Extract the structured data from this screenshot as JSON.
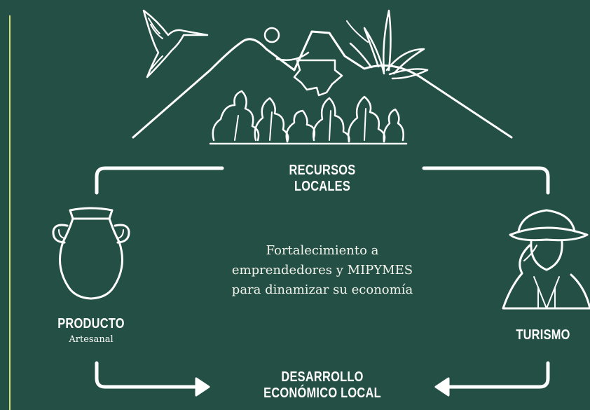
{
  "colors": {
    "background": "#234f45",
    "accent_line": "#d8e07a",
    "stroke": "#ffffff"
  },
  "nodes": {
    "top": {
      "title": "RECURSOS LOCALES"
    },
    "left": {
      "title": "PRODUCTO",
      "subtitle": "Artesanal"
    },
    "right": {
      "title": "TURISMO"
    },
    "bottom": {
      "title_line1": "DESARROLLO",
      "title_line2": "ECONÓMICO LOCAL"
    }
  },
  "center": {
    "lines": [
      "Fortalecimiento a",
      "emprendedores y MIPYMES",
      "para dinamizar su economía"
    ]
  },
  "icons": [
    "hummingbird-icon",
    "sun-icon",
    "volcano-mountain-icon",
    "guatemala-map-icon",
    "tropical-plants-icon",
    "clay-jar-icon",
    "woman-with-hat-icon",
    "arrow-right-icon",
    "arrow-left-icon"
  ]
}
